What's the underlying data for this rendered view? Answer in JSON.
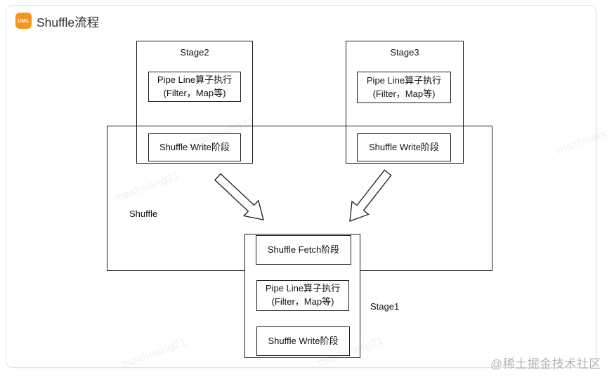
{
  "header": {
    "badge_label": "UML",
    "title": "Shuffle流程"
  },
  "diagram": {
    "shuffle": {
      "label": "Shuffle"
    },
    "stage2": {
      "label": "Stage2",
      "pipeline_line1": "Pipe Line算子执行",
      "pipeline_line2": "(Filter，Map等)",
      "write_label": "Shuffle Write阶段"
    },
    "stage3": {
      "label": "Stage3",
      "pipeline_line1": "Pipe Line算子执行",
      "pipeline_line2": "(Filter，Map等)",
      "write_label": "Shuffle Write阶段"
    },
    "stage1": {
      "label": "Stage1",
      "fetch_label": "Shuffle Fetch阶段",
      "pipeline_line1": "Pipe Line算子执行",
      "pipeline_line2": "(Filter，Map等)",
      "write_label": "Shuffle Write阶段"
    },
    "arrows": [
      {
        "name": "stage2-to-stage1"
      },
      {
        "name": "stage3-to-stage1"
      }
    ]
  },
  "watermarks": {
    "diagonal_text": "maxhuang21",
    "community_text": "@稀土掘金技术社区"
  },
  "colors": {
    "badge_orange": "#F7941E",
    "card_border": "#E3E3E3",
    "diagram_line": "#1C1C1C",
    "community_watermark": "#B5B5B5"
  }
}
